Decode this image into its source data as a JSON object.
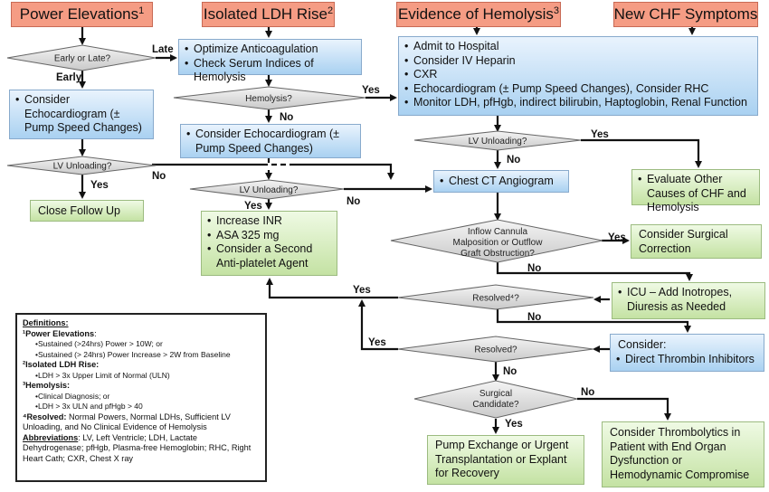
{
  "headers": {
    "power": {
      "text": "Power Elevations",
      "sup": "1"
    },
    "ldh": {
      "text": "Isolated LDH Rise",
      "sup": "2"
    },
    "hemolysis": {
      "text": "Evidence of Hemolysis",
      "sup": "3"
    },
    "chf": {
      "text": "New CHF Symptoms",
      "sup": ""
    }
  },
  "decisions": {
    "early_late": "Early or Late?",
    "hemolysis_q": "Hemolysis?",
    "lv_unloading_left": "LV Unloading?",
    "lv_unloading_mid": "LV Unloading?",
    "lv_unloading_right": "LV Unloading?",
    "inflow": [
      "Inflow Cannula",
      "Malposition or Outflow",
      "Graft Obstruction?"
    ],
    "resolved_4": "Resolved⁴?",
    "resolved": "Resolved?",
    "surgical": [
      "Surgical",
      "Candidate?"
    ]
  },
  "labels": {
    "late": "Late",
    "early": "Early",
    "yes": "Yes",
    "no": "No"
  },
  "boxes": {
    "optimize": [
      "Optimize Anticoagulation",
      "Check Serum Indices of Hemolysis"
    ],
    "consider_echo_left": "Consider Echocardiogram (± Pump Speed Changes)",
    "consider_echo_mid": "Consider Echocardiogram (± Pump Speed Changes)",
    "admit": [
      "Admit to Hospital",
      "Consider IV Heparin",
      "CXR",
      "Echocardiogram  (± Pump Speed Changes), Consider RHC",
      "Monitor LDH, pfHgb, indirect bilirubin, Haptoglobin, Renal Function"
    ],
    "close_follow": "Close Follow Up",
    "increase_inr": [
      "Increase INR",
      "ASA 325 mg",
      "Consider a Second Anti-platelet Agent"
    ],
    "chest_ct": "Chest CT Angiogram",
    "evaluate": "Evaluate Other Causes of CHF and Hemolysis",
    "surgical_correction": "Consider Surgical Correction",
    "icu": "ICU – Add Inotropes, Diuresis as Needed",
    "consider_title": "Consider:",
    "consider_dti": "Direct Thrombin Inhibitors",
    "pump_exchange": "Pump Exchange or Urgent Transplantation or Explant for Recovery",
    "thrombolytics": "Consider Thrombolytics in Patient with End Organ Dysfunction or Hemodynamic Compromise"
  },
  "definitions": {
    "title": "Definitions:",
    "power_title": "Power Elevations",
    "power_items": [
      "Sustained (>24hrs) Power > 10W; or",
      "Sustained (> 24hrs) Power Increase > 2W from Baseline"
    ],
    "ldh_title": "Isolated LDH Rise:",
    "ldh_items": [
      "LDH > 3x Upper Limit of Normal (ULN)"
    ],
    "hemo_title": "Hemolysis:",
    "hemo_items": [
      "Clinical Diagnosis; or",
      "LDH > 3x ULN and pfHgb > 40"
    ],
    "resolved_title": "Resolved:",
    "resolved_text": "Normal Powers, Normal LDHs, Sufficient LV Unloading, and No Clinical Evidence of Hemolysis",
    "abbr_title": "Abbreviations",
    "abbr_text": ": LV, Left Ventricle; LDH, Lactate Dehydrogenase; pfHgb, Plasma-free Hemoglobin; RHC, Right Heart Cath; CXR, Chest X ray"
  }
}
